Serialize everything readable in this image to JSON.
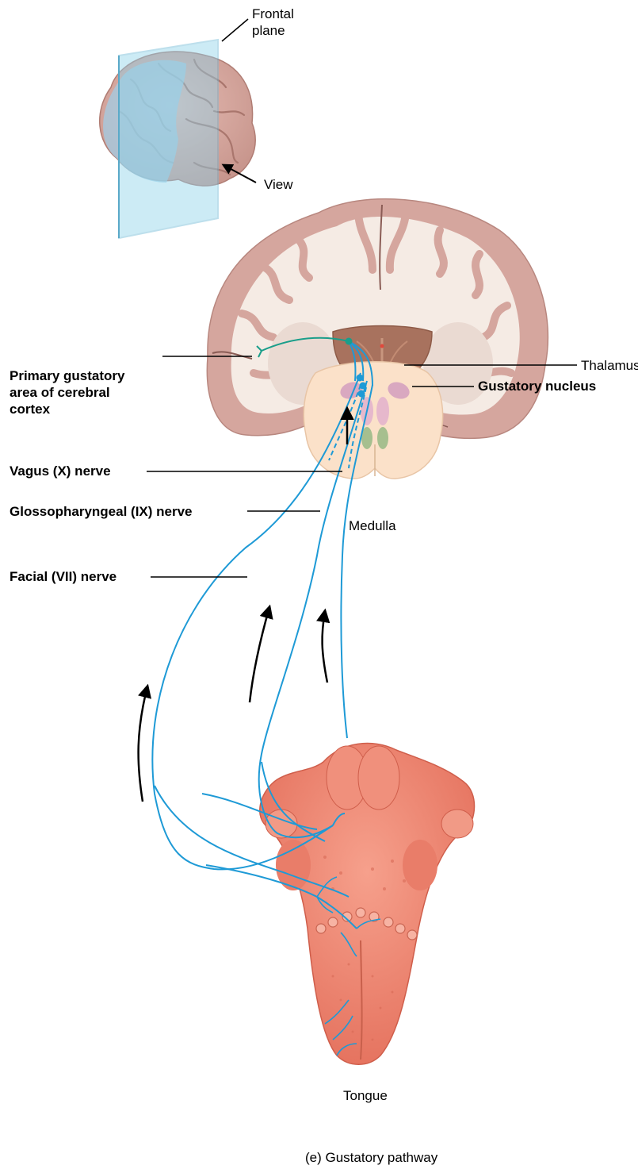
{
  "inset": {
    "plane_label_line1": "Frontal",
    "plane_label_line2": "plane",
    "view_label": "View"
  },
  "labels": {
    "thalamus": "Thalamus",
    "primary_gustatory_line1": "Primary gustatory",
    "primary_gustatory_line2": "area of cerebral",
    "primary_gustatory_line3": "cortex",
    "gustatory_nucleus": "Gustatory nucleus",
    "medulla": "Medulla",
    "vagus": "Vagus (X) nerve",
    "glossopharyngeal": "Glossopharyngeal (IX) nerve",
    "facial": "Facial (VII) nerve",
    "tongue": "Tongue"
  },
  "caption": "(e) Gustatory pathway",
  "colors": {
    "nerve": "#1e9ad6",
    "tract": "#1a9e8a",
    "brain_gray": "#d9aaa3",
    "brain_white": "#f6ece6",
    "thalamus": "#a8725e",
    "medulla": "#fbe1c9",
    "tongue": "#ef8c78",
    "plane": "#8fd3ea"
  }
}
